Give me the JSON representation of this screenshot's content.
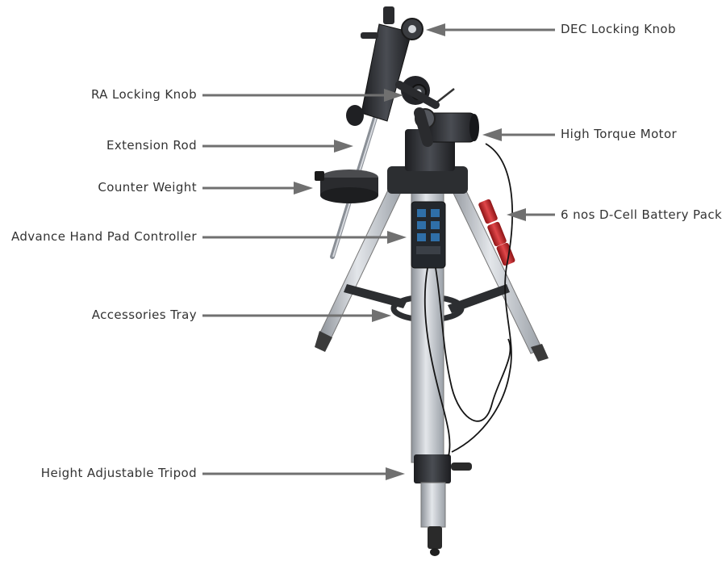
{
  "colors": {
    "text": "#333333",
    "arrow": "#707070",
    "tripod_metal": "#c9cdd2",
    "mount_dark": "#2a2c30",
    "battery_red": "#c8282c",
    "controller_blue": "#2f6fa8"
  },
  "labels": {
    "dec_locking_knob": "DEC Locking Knob",
    "ra_locking_knob": "RA Locking Knob",
    "high_torque_motor": "High Torque Motor",
    "extension_rod": "Extension Rod",
    "counter_weight": "Counter Weight",
    "battery_pack": "6 nos D-Cell Battery Pack",
    "hand_pad_controller": "Advance Hand Pad Controller",
    "accessories_tray": "Accessories Tray",
    "height_tripod": "Height Adjustable Tripod"
  },
  "icons": {
    "arrow": "arrow-icon"
  }
}
